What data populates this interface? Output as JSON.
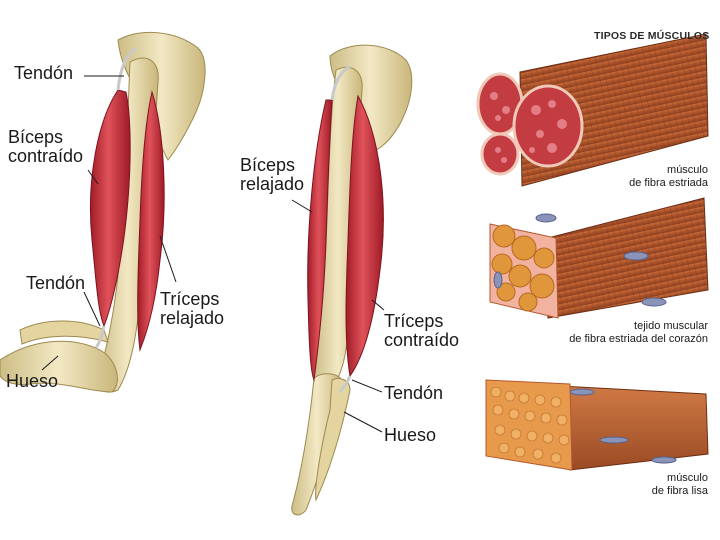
{
  "arm_left": {
    "tendon_top": "Tendón",
    "biceps": {
      "line1": "Bíceps",
      "line2": "contraído"
    },
    "tendon_bottom": "Tendón",
    "triceps": {
      "line1": "Tríceps",
      "line2": "relajado"
    },
    "bone": "Hueso"
  },
  "arm_right": {
    "biceps": {
      "line1": "Bíceps",
      "line2": "relajado"
    },
    "triceps": {
      "line1": "Tríceps",
      "line2": "contraído"
    },
    "tendon": "Tendón",
    "bone": "Hueso"
  },
  "muscle_types": {
    "title": "TIPOS DE MÚSCULOS",
    "striated": {
      "line1": "músculo",
      "line2": "de fibra estriada"
    },
    "cardiac": {
      "line1": "tejido muscular",
      "line2": "de fibra estriada del corazón"
    },
    "smooth": {
      "line1": "músculo",
      "line2": "de fibra lisa"
    }
  },
  "colors": {
    "bone": "#e9dcb0",
    "muscle": "#c8323c",
    "tendon": "#c9c9c9",
    "tissue_brown": "#b5582e",
    "tissue_orange": "#e3963c"
  }
}
